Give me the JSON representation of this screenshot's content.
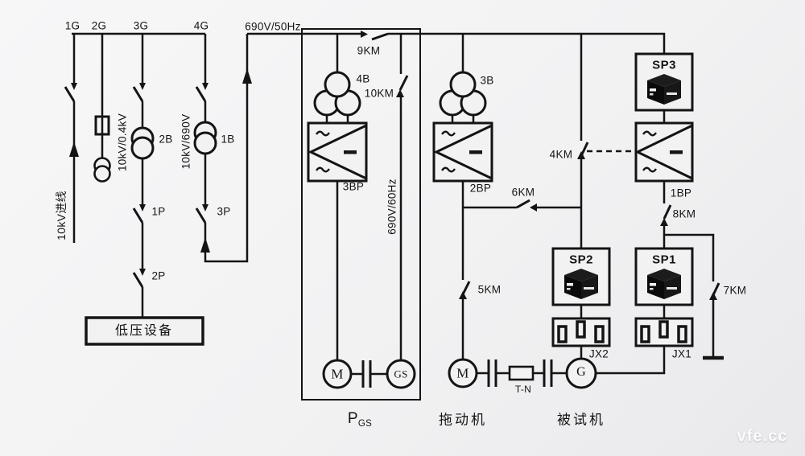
{
  "colors": {
    "line": "#141414",
    "background": "#f2f2f3",
    "watermark": "#ffffff"
  },
  "labels": {
    "feeder_1g": "1G",
    "feeder_2g": "2G",
    "feeder_3g": "3G",
    "feeder_4g": "4G",
    "bus_50hz": "690V/50Hz",
    "incoming_10kv": "10kV进线",
    "ratio_2b": "10kV/0.4kV",
    "xfmr_2b": "2B",
    "ratio_1b": "10kV/690V",
    "xfmr_1b": "1B",
    "sw_1p": "1P",
    "sw_2p": "2P",
    "sw_3p": "3P",
    "lv_equipment": "低压设备",
    "sw_9km": "9KM",
    "xfmr_4b": "4B",
    "sw_10km": "10KM",
    "conv_3bp": "3BP",
    "bus_60hz": "690V/60Hz",
    "motor_m_pgs": "M",
    "gen_gs": "GS",
    "pgs_main": "P",
    "pgs_sub": "GS",
    "xfmr_3b": "3B",
    "conv_2bp": "2BP",
    "sw_6km": "6KM",
    "sw_4km": "4KM",
    "sw_5km": "5KM",
    "motor_m_drag": "M",
    "torque_tn": "T-N",
    "gen_g": "G",
    "label_drag": "拖动机",
    "label_test": "被试机",
    "sp3": "SP3",
    "sp2": "SP2",
    "sp1": "SP1",
    "conv_1bp": "1BP",
    "sw_8km": "8KM",
    "sw_7km": "7KM",
    "jx2": "JX2",
    "jx1": "JX1",
    "watermark": "vfe.cc"
  }
}
